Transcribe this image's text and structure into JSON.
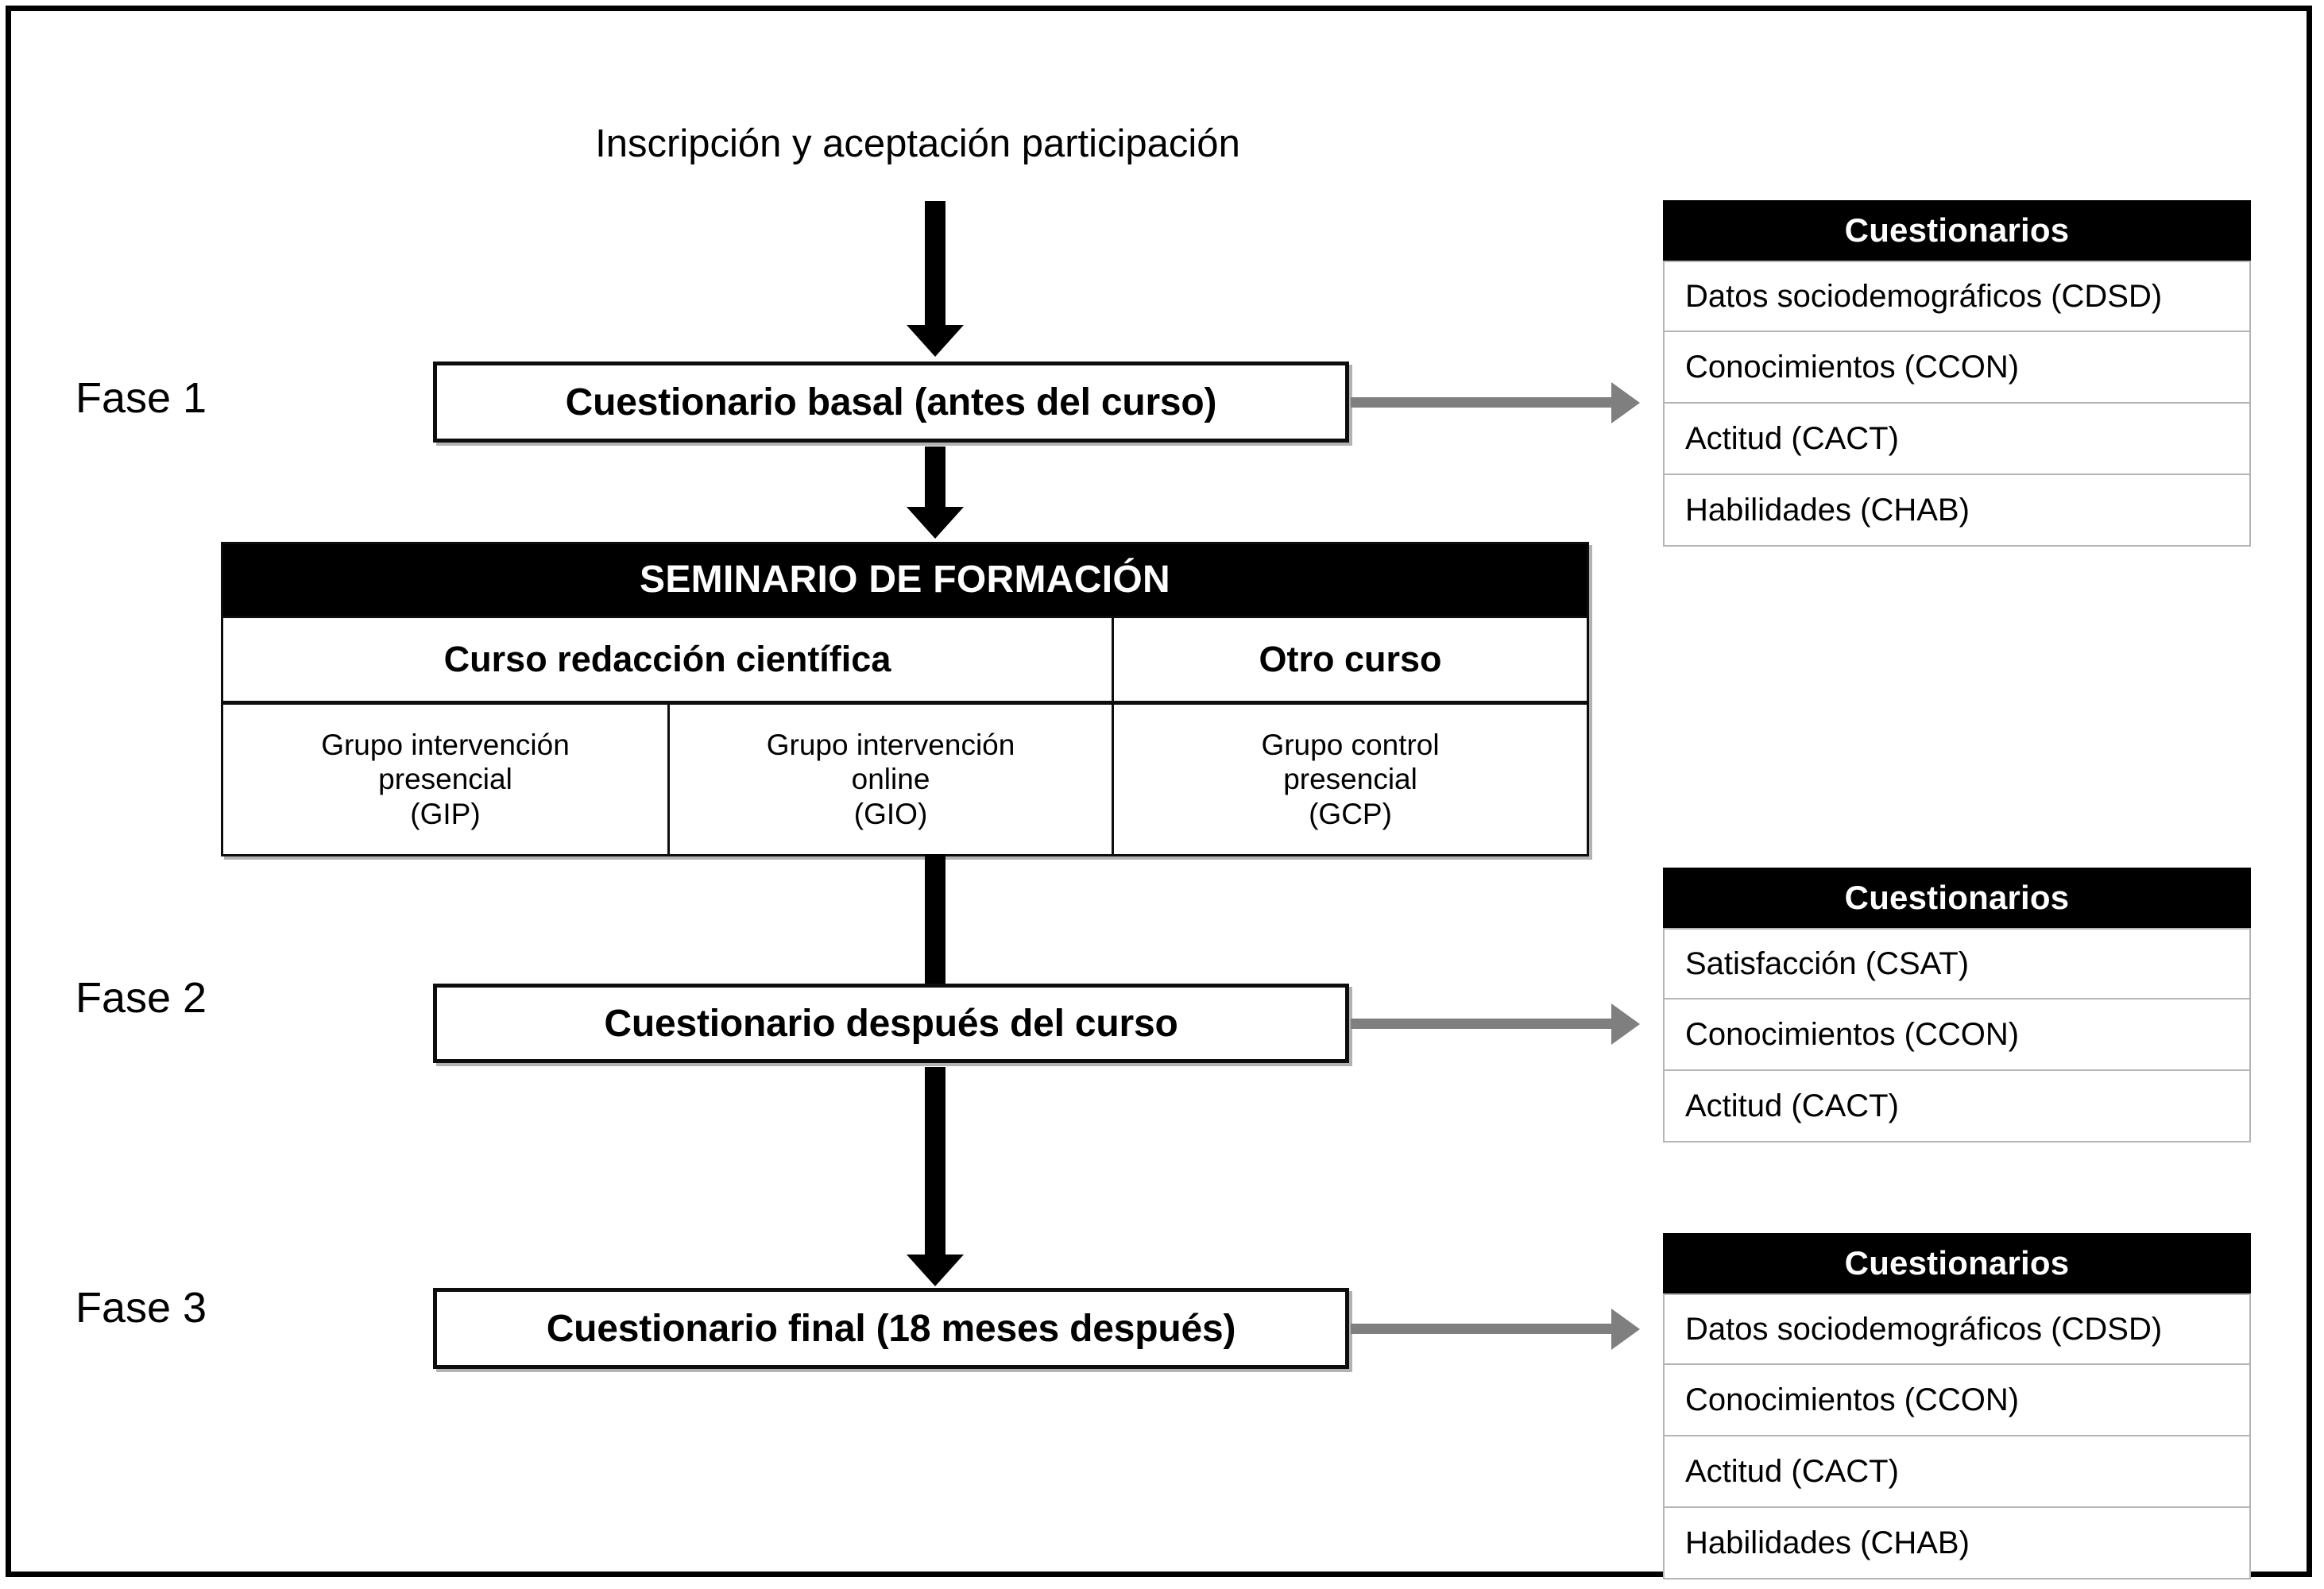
{
  "diagram": {
    "title": "Inscripción y aceptación participación",
    "phases": [
      {
        "label": "Fase 1"
      },
      {
        "label": "Fase 2"
      },
      {
        "label": "Fase 3"
      }
    ],
    "flow_boxes": [
      {
        "text": "Cuestionario basal (antes del curso)"
      },
      {
        "text": "Cuestionario después del curso"
      },
      {
        "text": "Cuestionario final (18 meses después)"
      }
    ],
    "seminar": {
      "header": "SEMINARIO DE FORMACIÓN",
      "courses": [
        {
          "name": "Curso redacción científica"
        },
        {
          "name": "Otro curso"
        }
      ],
      "groups": [
        {
          "line1": "Grupo intervención",
          "line2": "presencial",
          "line3": "(GIP)"
        },
        {
          "line1": "Grupo intervención",
          "line2": "online",
          "line3": "(GIO)"
        },
        {
          "line1": "Grupo control",
          "line2": "presencial",
          "line3": "(GCP)"
        }
      ]
    },
    "questionnaire_tables": [
      {
        "header": "Cuestionarios",
        "rows": [
          "Datos sociodemográficos (CDSD)",
          "Conocimientos (CCON)",
          "Actitud (CACT)",
          "Habilidades (CHAB)"
        ]
      },
      {
        "header": "Cuestionarios",
        "rows": [
          "Satisfacción (CSAT)",
          "Conocimientos (CCON)",
          "Actitud (CACT)"
        ]
      },
      {
        "header": "Cuestionarios",
        "rows": [
          "Datos sociodemográficos (CDSD)",
          "Conocimientos (CCON)",
          "Actitud (CACT)",
          "Habilidades (CHAB)"
        ]
      }
    ],
    "colors": {
      "frame": "#000000",
      "header_bg": "#000000",
      "header_text": "#ffffff",
      "flow_arrow": "#000000",
      "link_arrow": "#7f7f7f",
      "table_border": "#b5b5b5",
      "box_border": "#0d0d0d",
      "background": "#ffffff"
    }
  }
}
